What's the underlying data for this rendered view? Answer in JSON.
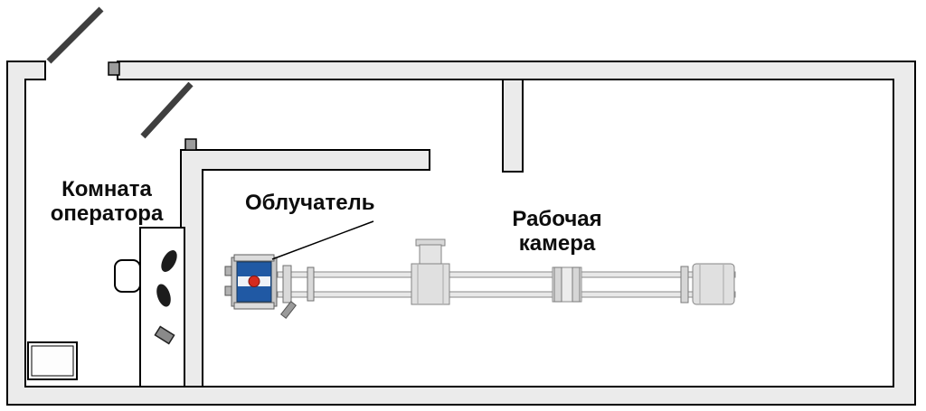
{
  "diagram": {
    "labels": {
      "operator_room": "Комната\nоператора",
      "irradiator": "Облучатель",
      "working_chamber": "Рабочая\nкамера"
    },
    "colors": {
      "wall_fill": "#ebebeb",
      "wall_outline": "#000000",
      "door": "#3f3f3f",
      "irradiator_blue": "#2059a4",
      "irradiator_red": "#d52b1e",
      "machine_light": "#e0e0e0",
      "machine_outline": "#848484"
    }
  }
}
